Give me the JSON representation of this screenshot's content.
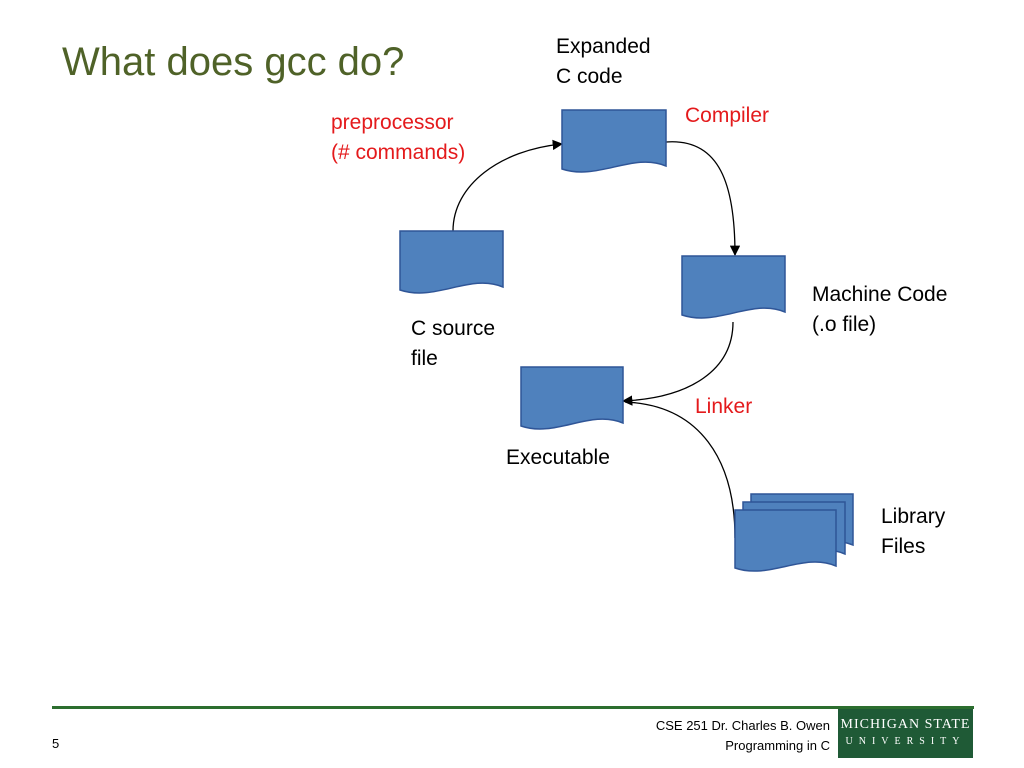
{
  "slide": {
    "title": "What does gcc do?",
    "page_number": "5"
  },
  "diagram": {
    "nodes": {
      "c_source": {
        "line1": "C source",
        "line2": "file"
      },
      "expanded": {
        "line1": "Expanded",
        "line2": "C code"
      },
      "machine": {
        "line1": "Machine Code",
        "line2": "(.o file)"
      },
      "executable": {
        "line1": "Executable"
      },
      "library": {
        "line1": "Library",
        "line2": "Files"
      }
    },
    "edges": {
      "preprocessor": {
        "line1": "preprocessor",
        "line2": "(# commands)"
      },
      "compiler": {
        "line1": "Compiler"
      },
      "linker": {
        "line1": "Linker"
      }
    },
    "colors": {
      "document_fill": "#4f81bd",
      "document_stroke": "#2f5597",
      "edge_label": "#e41a1c",
      "title": "#4f6228"
    }
  },
  "footer": {
    "course": "CSE 251 Dr. Charles B. Owen",
    "subtitle": "Programming in C",
    "logo_line1": "MICHIGAN STATE",
    "logo_line2": "UNIVERSITY"
  }
}
